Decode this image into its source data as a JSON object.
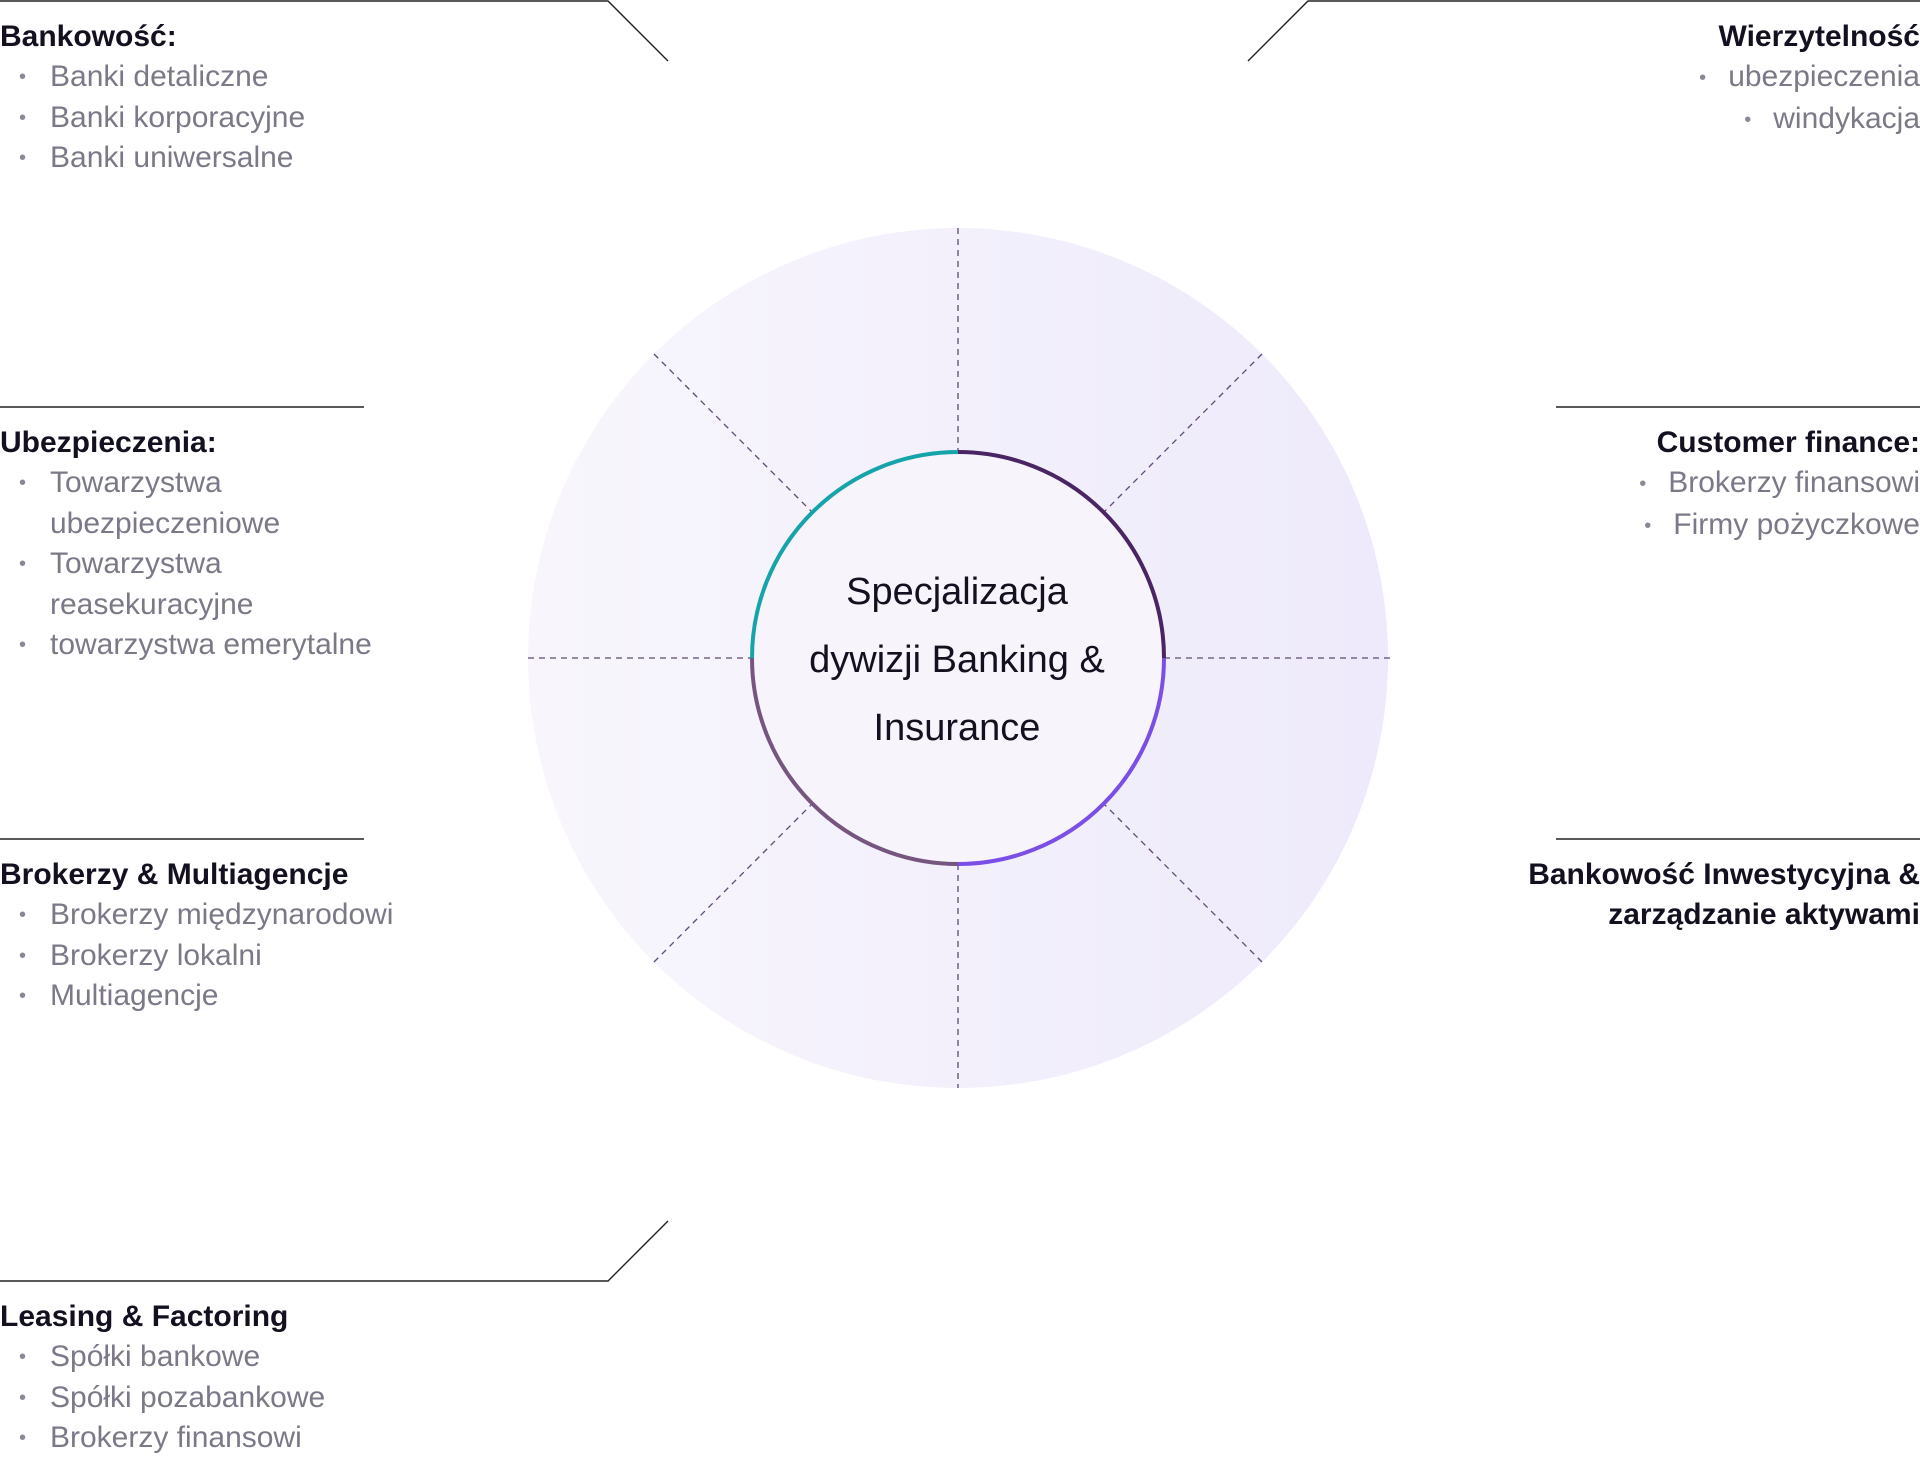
{
  "center": {
    "text": "Specjalizacja dywizji Banking & Insurance"
  },
  "groups": {
    "bankowosc": {
      "title": "Bankowość:",
      "items": [
        "Banki detaliczne",
        "Banki korporacyjne",
        "Banki uniwersalne"
      ]
    },
    "wierzytelnosc": {
      "title": "Wierzytelność",
      "items": [
        "ubezpieczenia",
        "windykacja"
      ]
    },
    "ubezpieczenia": {
      "title": "Ubezpieczenia:",
      "items": [
        "Towarzystwa ubezpieczeniowe",
        "Towarzystwa reasekuracyjne",
        "towarzystwa emerytalne"
      ]
    },
    "customer_finance": {
      "title": "Customer finance:",
      "items": [
        "Brokerzy finansowi",
        "Firmy pożyczkowe"
      ]
    },
    "brokerzy": {
      "title": "Brokerzy & Multiagencje",
      "items": [
        "Brokerzy międzynarodowi",
        "Brokerzy lokalni",
        "Multiagencje"
      ]
    },
    "bankowosc_inwestycyjna": {
      "title": "Bankowość Inwestycyjna & zarządzanie aktywami",
      "items": []
    },
    "leasing": {
      "title": "Leasing & Factoring",
      "items": [
        "Spółki bankowe",
        "Spółki pozabankowe",
        "Brokerzy finansowi"
      ]
    }
  },
  "colors": {
    "circle_fill_left": "#f7f5fc",
    "circle_fill_right": "#efebfb",
    "ring_teal": "#16a4aa",
    "ring_dark_purple": "#4a2463",
    "ring_violet": "#7b4ee6",
    "ring_muted_purple": "#76557f",
    "spoke_dash": "#5c4a72",
    "connector_line": "#222222",
    "title_text": "#15101f",
    "item_text": "#7c7887"
  }
}
